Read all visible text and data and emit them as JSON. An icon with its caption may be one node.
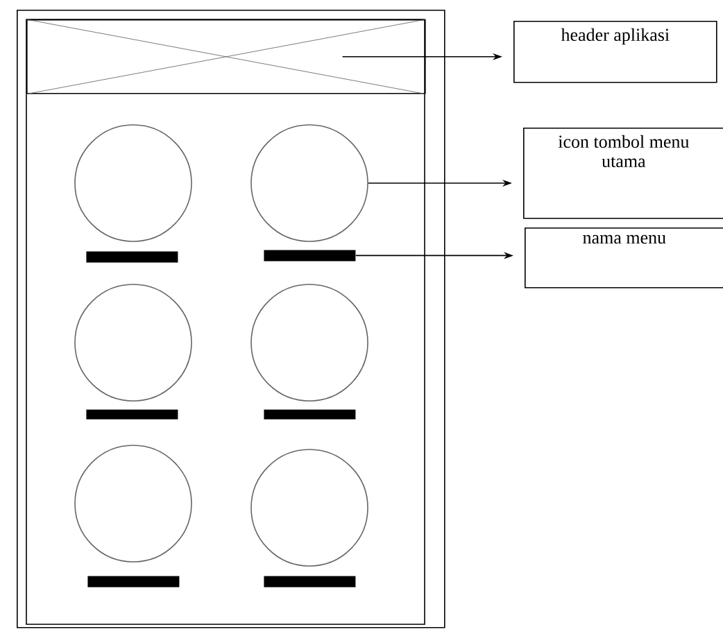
{
  "diagram": {
    "nodes": [
      {
        "text": [],
        "shape": "box"
      },
      {
        "text": [],
        "shape": "box",
        "in": 0
      },
      {
        "text": [],
        "shape": "circle",
        "in": 0
      },
      {
        "text": [],
        "shape": "circle",
        "in": 0
      },
      {
        "text": [],
        "shape": "bar",
        "in": 0
      },
      {
        "text": [],
        "shape": "bar",
        "in": 0
      },
      {
        "text": [],
        "shape": "circle",
        "in": 0
      },
      {
        "text": [],
        "shape": "circle",
        "in": 0
      },
      {
        "text": [],
        "shape": "bar",
        "in": 0
      },
      {
        "text": [],
        "shape": "bar",
        "in": 0
      },
      {
        "text": [],
        "shape": "circle",
        "in": 0
      },
      {
        "text": [],
        "shape": "circle",
        "in": 0
      },
      {
        "text": [],
        "shape": "bar",
        "in": 0
      },
      {
        "text": [],
        "shape": "bar",
        "in": 0
      },
      {
        "text": [
          "header aplikasi"
        ]
      },
      {
        "text": [
          "icon tombol menu utama"
        ]
      },
      {
        "text": [
          "nama menu"
        ]
      }
    ],
    "edges": [
      {
        "from": 1,
        "to": 14,
        "arrow": "to"
      },
      {
        "from": 3,
        "to": 15,
        "arrow": "to"
      },
      {
        "from": 5,
        "to": 16,
        "arrow": "to"
      }
    ]
  }
}
